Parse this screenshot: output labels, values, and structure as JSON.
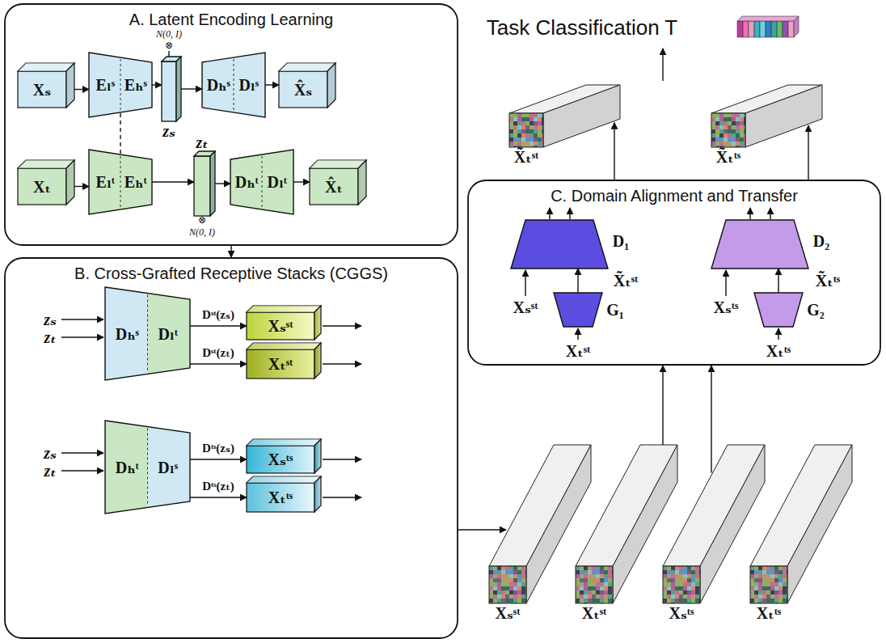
{
  "diagram": {
    "nodes": [
      {
        "text": [
          "A. Latent Encoding Learning"
        ]
      },
      {
        "text": [
          "Xₛ"
        ],
        "in": 0
      },
      {
        "text": [
          "Eₗˢ",
          "Eₕˢ"
        ],
        "in": 0
      },
      {
        "text": [
          "zₛ"
        ],
        "in": 0
      },
      {
        "text": [
          "Dₕˢ",
          "Dₗˢ"
        ],
        "in": 0
      },
      {
        "text": [
          "X̂ₛ"
        ],
        "in": 0
      },
      {
        "text": [
          "Xₜ"
        ],
        "in": 0
      },
      {
        "text": [
          "Eₗᵗ",
          "Eₕᵗ"
        ],
        "in": 0
      },
      {
        "text": [
          "zₜ"
        ],
        "in": 0
      },
      {
        "text": [
          "Dₕᵗ",
          "Dₗᵗ"
        ],
        "in": 0
      },
      {
        "text": [
          "X̂ₜ"
        ],
        "in": 0
      },
      {
        "text": [
          "B. Cross-Grafted Receptive Stacks (CGGS)"
        ]
      },
      {
        "text": [
          "Dₕˢ",
          "Dₗᵗ"
        ],
        "in": 11
      },
      {
        "text": [
          "Xₛˢᵗ"
        ],
        "in": 11
      },
      {
        "text": [
          "Xₜˢᵗ"
        ],
        "in": 11
      },
      {
        "text": [
          "Dₕᵗ",
          "Dₗˢ"
        ],
        "in": 11
      },
      {
        "text": [
          "Xₛᵗˢ"
        ],
        "in": 11
      },
      {
        "text": [
          "Xₜᵗˢ"
        ],
        "in": 11
      },
      {
        "text": [
          "C. Domain Alignment and Transfer"
        ]
      },
      {
        "text": [
          "D₁"
        ],
        "in": 18
      },
      {
        "text": [
          "G₁"
        ],
        "in": 18
      },
      {
        "text": [
          "D₂"
        ],
        "in": 18
      },
      {
        "text": [
          "G₂"
        ],
        "in": 18
      },
      {
        "text": [
          "X̃ₜˢᵗ"
        ]
      },
      {
        "text": [
          "X̃ₜᵗˢ"
        ]
      },
      {
        "text": [
          "Xₛˢᵗ"
        ]
      },
      {
        "text": [
          "Xₜˢᵗ"
        ]
      },
      {
        "text": [
          "Xₛᵗˢ"
        ]
      },
      {
        "text": [
          "Xₜᵗˢ"
        ]
      }
    ],
    "edges": [
      {
        "from": 1,
        "to": 2,
        "arrow": "to"
      },
      {
        "from": 2,
        "to": 3,
        "arrow": "to"
      },
      {
        "from": 3,
        "to": 4,
        "arrow": "to"
      },
      {
        "from": 4,
        "to": 5,
        "arrow": "to"
      },
      {
        "from": 6,
        "to": 7,
        "arrow": "to"
      },
      {
        "from": 7,
        "to": 8,
        "arrow": "to"
      },
      {
        "from": 8,
        "to": 9,
        "arrow": "to"
      },
      {
        "from": 9,
        "to": 10,
        "arrow": "to"
      },
      {
        "from": 2,
        "to": 7,
        "arrow": "none"
      },
      {
        "from": 0,
        "to": 11,
        "arrow": "to"
      },
      {
        "from": 12,
        "to": 13,
        "label": "Dˢᵗ(zₛ)",
        "arrow": "to"
      },
      {
        "from": 12,
        "to": 14,
        "label": "Dˢᵗ(zₜ)",
        "arrow": "to"
      },
      {
        "from": 15,
        "to": 16,
        "label": "Dᵗˢ(zₛ)",
        "arrow": "to"
      },
      {
        "from": 15,
        "to": 17,
        "label": "Dᵗˢ(zₜ)",
        "arrow": "to"
      },
      {
        "from": 11,
        "to": 25,
        "arrow": "to"
      },
      {
        "from": 26,
        "to": 18,
        "arrow": "to"
      },
      {
        "from": 27,
        "to": 18,
        "arrow": "to"
      },
      {
        "from": 18,
        "to": 23,
        "arrow": "to"
      },
      {
        "from": 18,
        "to": 24,
        "arrow": "to"
      },
      {
        "from": 20,
        "to": 19,
        "arrow": "to"
      },
      {
        "from": 22,
        "to": 21,
        "arrow": "to"
      }
    ],
    "labels": [
      "N(0, I)",
      "⊗",
      "⊗",
      "N(0, I)",
      "zₛ",
      "zₜ",
      "zₛ",
      "zₜ",
      "Xₛˢᵗ",
      "X̃ₜˢᵗ",
      "Xₜˢᵗ",
      "Xₛᵗˢ",
      "X̃ₜᵗˢ",
      "Xₜᵗˢ",
      "Task Classification T"
    ]
  }
}
